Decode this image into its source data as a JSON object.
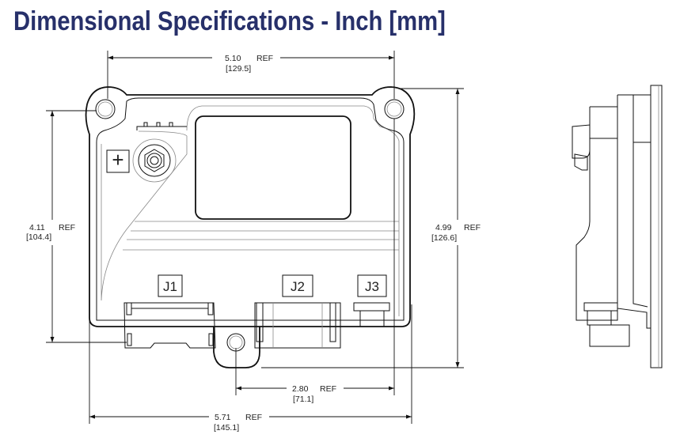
{
  "title": "Dimensional Specifications - Inch [mm]",
  "dimensions": {
    "top_width": {
      "inch": "5.10",
      "mm": "[129.5]",
      "ref": "REF"
    },
    "left_height": {
      "inch": "4.11",
      "mm": "[104.4]",
      "ref": "REF"
    },
    "right_height": {
      "inch": "4.99",
      "mm": "[126.6]",
      "ref": "REF"
    },
    "bottom_offset": {
      "inch": "2.80",
      "mm": "[71.1]",
      "ref": "REF"
    },
    "bottom_width": {
      "inch": "5.71",
      "mm": "[145.1]",
      "ref": "REF"
    }
  },
  "connectors": {
    "j1": "J1",
    "j2": "J2",
    "j3": "J3"
  },
  "terminal_symbol": "+"
}
